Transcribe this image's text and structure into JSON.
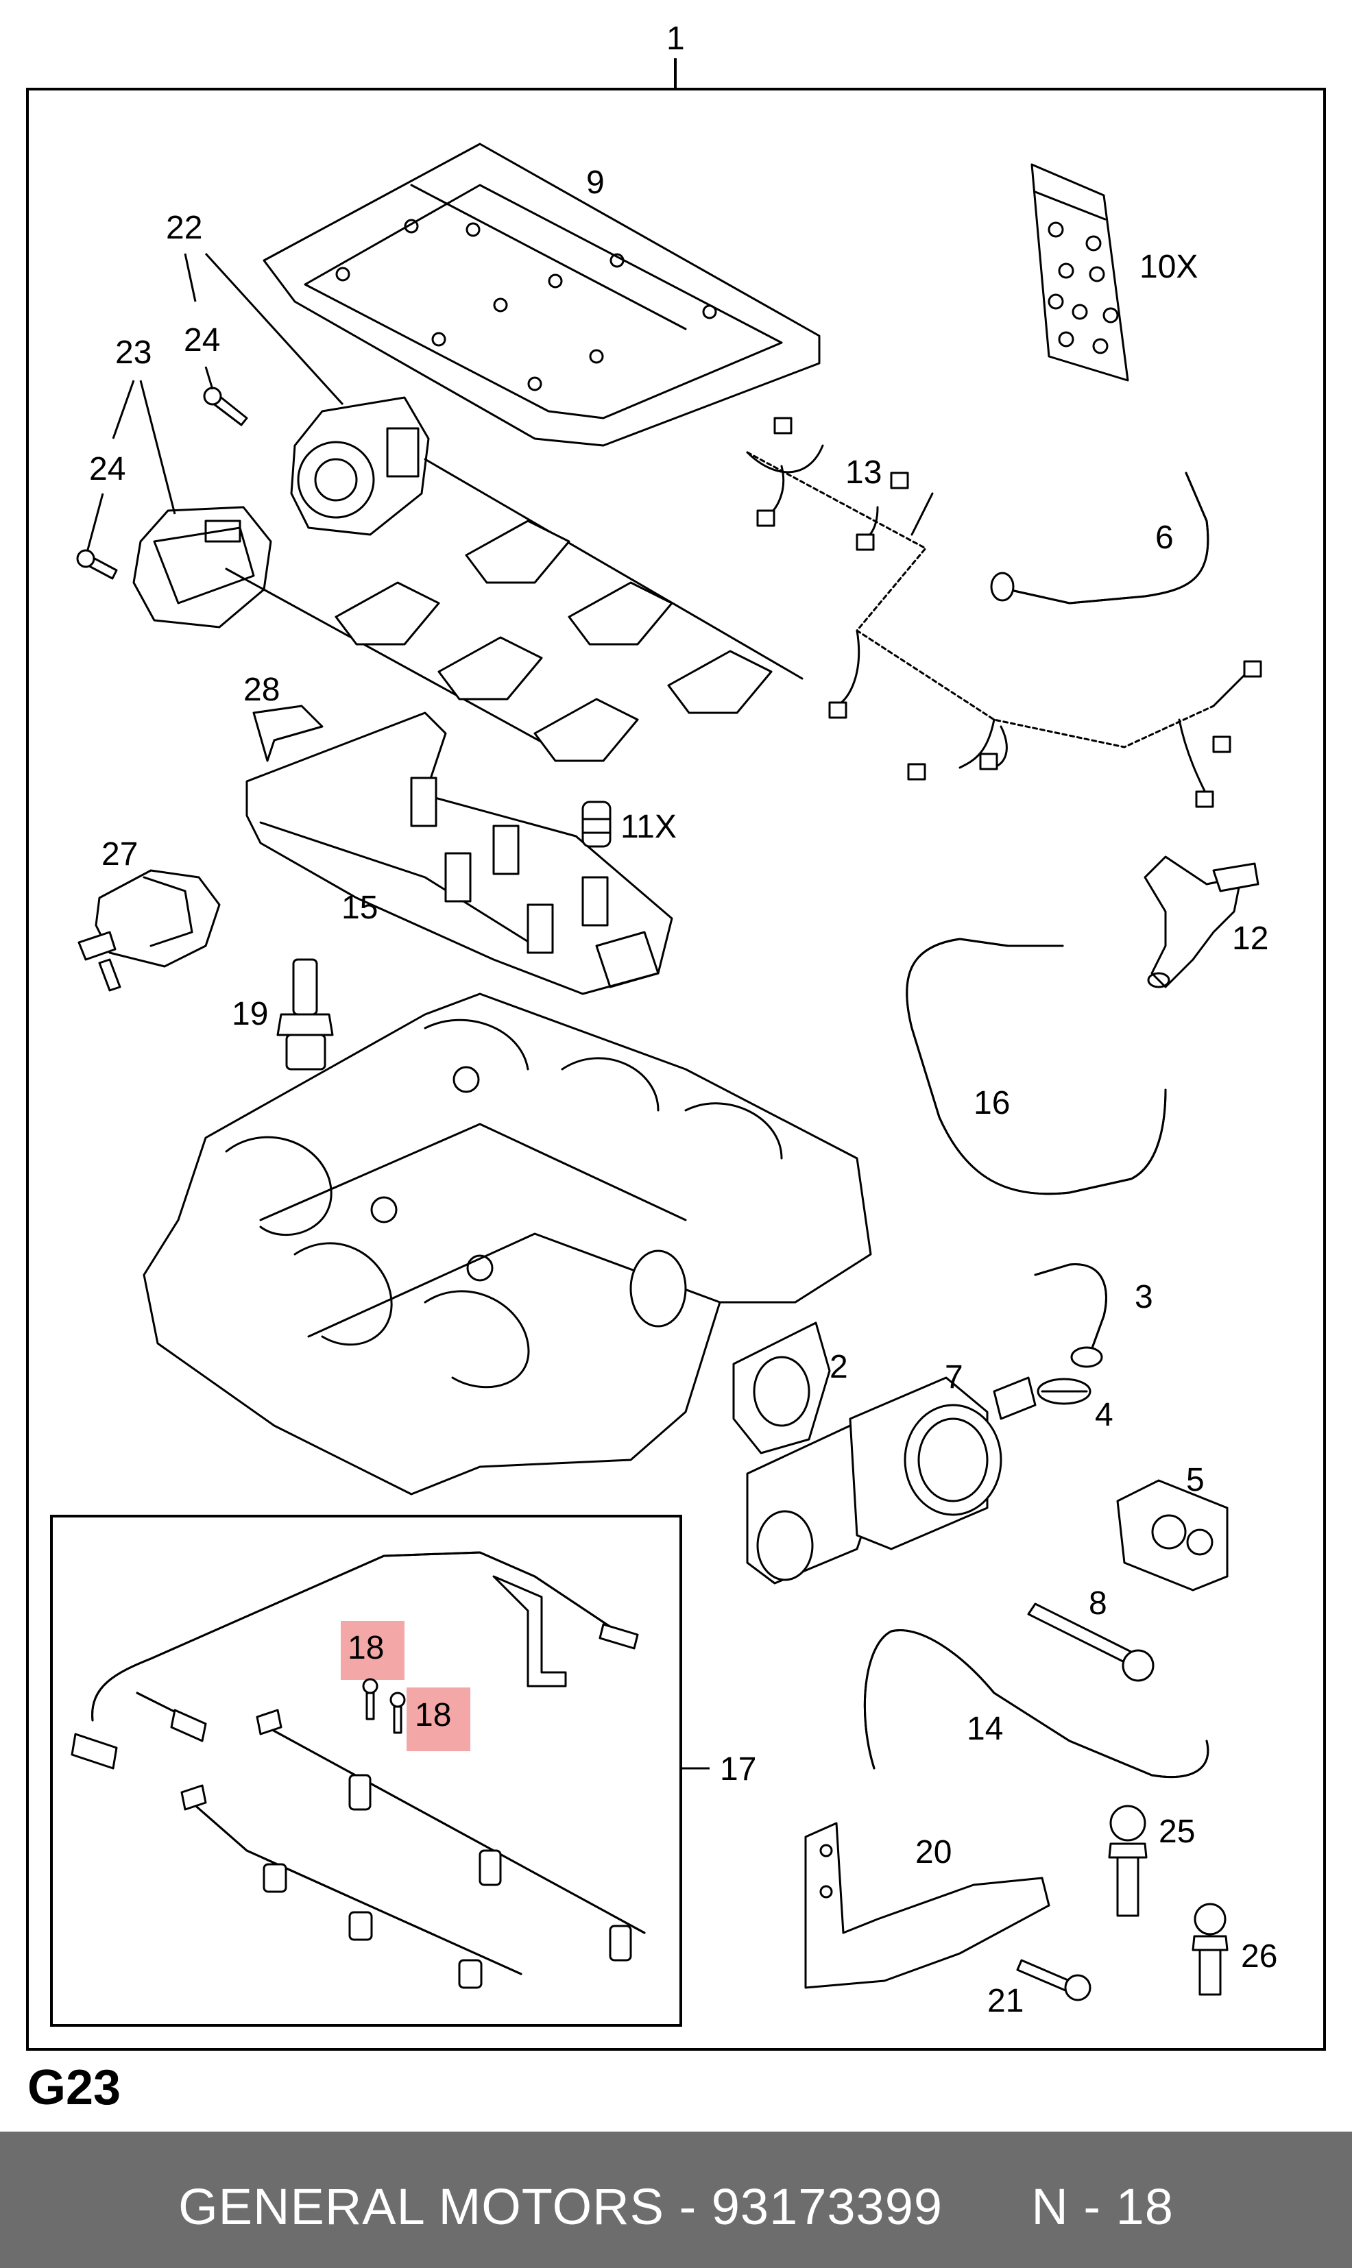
{
  "page": {
    "code": "G23",
    "footer": "GENERAL MOTORS - 93173399      N - 18"
  },
  "diagram": {
    "assembly_label": "1",
    "subassembly_label": "17",
    "labels": {
      "p2": "2",
      "p3": "3",
      "p4": "4",
      "p5": "5",
      "p6": "6",
      "p7": "7",
      "p8": "8",
      "p9": "9",
      "p10": "10X",
      "p11": "11X",
      "p12": "12",
      "p13": "13",
      "p14": "14",
      "p15": "15",
      "p16": "16",
      "p18a": "18",
      "p18b": "18",
      "p19": "19",
      "p20": "20",
      "p21": "21",
      "p22": "22",
      "p23": "23",
      "p24a": "24",
      "p24b": "24",
      "p25": "25",
      "p26": "26",
      "p27": "27",
      "p28": "28"
    },
    "highlighted_part": "18",
    "highlight_color": "#f08a8a",
    "footer_band_color": "#6d6d6d"
  }
}
